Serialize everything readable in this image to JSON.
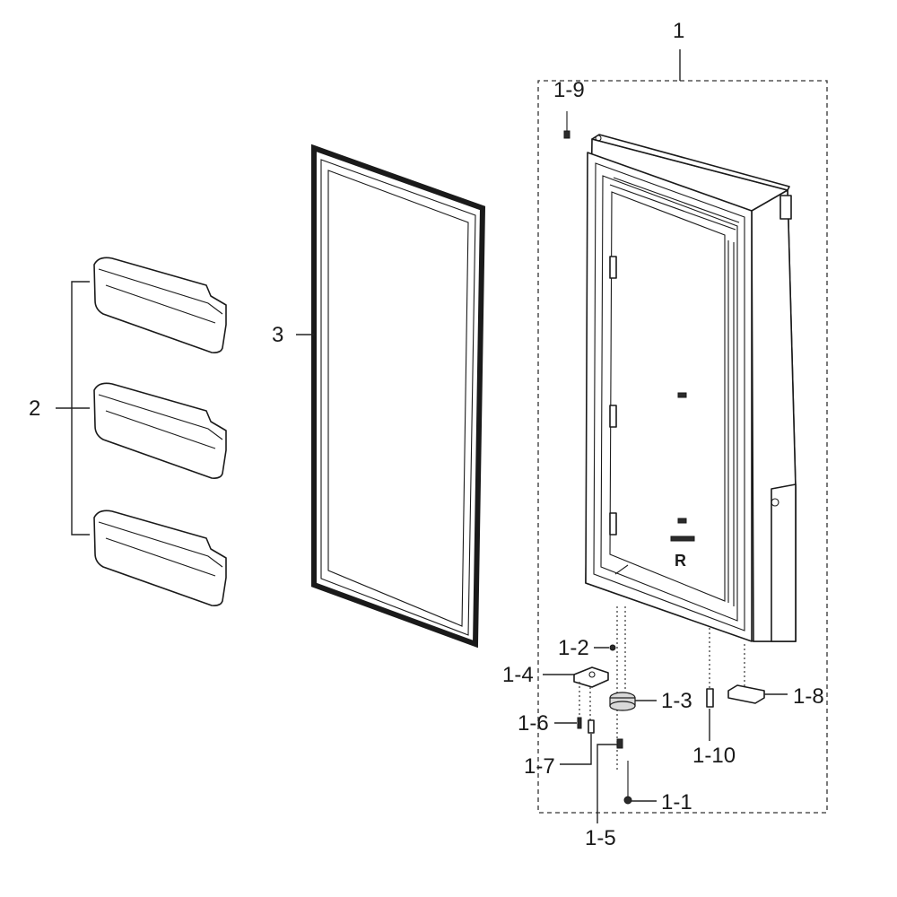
{
  "callouts": {
    "c1": "1",
    "c1_1": "1-1",
    "c1_2": "1-2",
    "c1_3": "1-3",
    "c1_4": "1-4",
    "c1_5": "1-5",
    "c1_6": "1-6",
    "c1_7": "1-7",
    "c1_8": "1-8",
    "c1_9": "1-9",
    "c1_10": "1-10",
    "c2": "2",
    "c3": "3"
  },
  "door_markings": {
    "side": "R"
  }
}
